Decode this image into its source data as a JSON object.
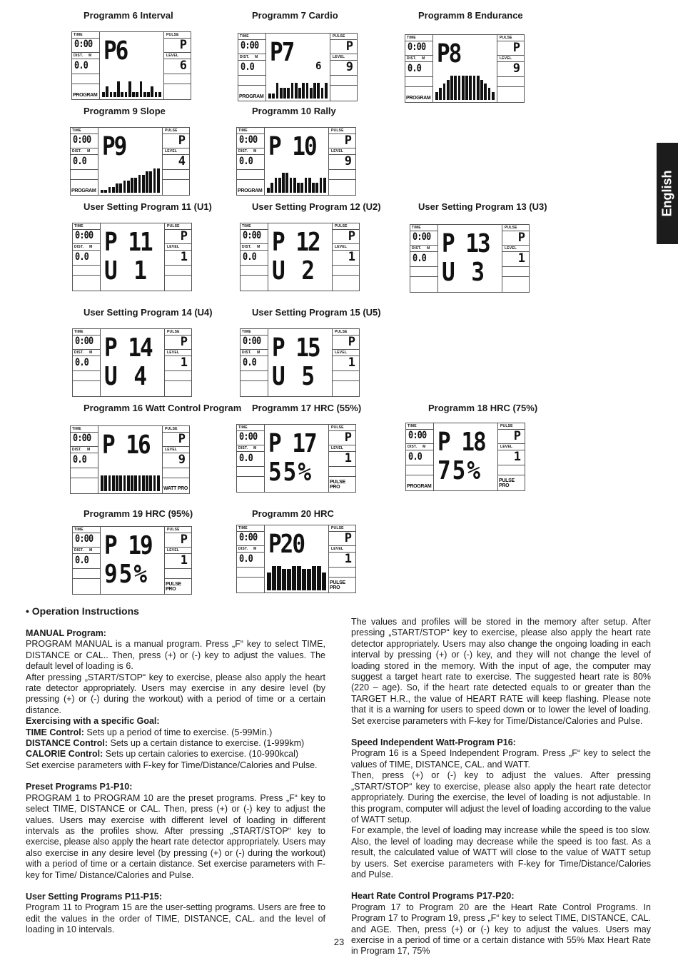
{
  "lcd_labels": {
    "time": "TIME",
    "dist": "DIST.",
    "km": "M",
    "pulse": "PULSE",
    "level": "LEVEL",
    "program": "PROGRAM",
    "watt": "WATT PRO",
    "pulse_pro": "PULSE PRO"
  },
  "programs": [
    {
      "title": "Programm 6 Interval",
      "big": "P6",
      "time": "0:00",
      "dist": "0.0",
      "pulse": "P",
      "level": "6",
      "label": "PROGRAM",
      "bars": [
        1,
        2,
        1,
        1,
        3,
        1,
        1,
        3,
        1,
        1,
        3,
        1,
        1,
        2,
        1,
        1
      ]
    },
    {
      "title": "Programm 7 Cardio",
      "big": "P7",
      "sub": "6",
      "time": "0:00",
      "dist": "0.0",
      "pulse": "P",
      "level": "9",
      "label": "PROGRAM",
      "bars": [
        1,
        1,
        3,
        2,
        2,
        2,
        3,
        3,
        2,
        3,
        3,
        2,
        3,
        3,
        2,
        3
      ]
    },
    {
      "title": "Programm 8 Endurance",
      "big": "P8",
      "time": "0:00",
      "dist": "0.0",
      "pulse": "P",
      "level": "9",
      "label": "PROGRAM",
      "bars": [
        2,
        3,
        4,
        5,
        6,
        6,
        6,
        6,
        6,
        6,
        6,
        6,
        5,
        4,
        3,
        2
      ]
    },
    {
      "title": "Programm 9 Slope",
      "big": "P9",
      "time": "0:00",
      "dist": "0.0",
      "pulse": "P",
      "level": "4",
      "label": "PROGRAM",
      "bars": [
        1,
        1,
        2,
        2,
        3,
        3,
        4,
        4,
        5,
        5,
        6,
        6,
        7,
        7,
        8,
        8
      ]
    },
    {
      "title": "Programm 10 Rally",
      "big": "P 10",
      "time": "0:00",
      "dist": "0.0",
      "pulse": "P",
      "level": "9",
      "label": "PROGRAM",
      "bars": [
        1,
        2,
        3,
        3,
        4,
        4,
        3,
        3,
        2,
        2,
        3,
        3,
        2,
        2,
        3,
        3
      ]
    },
    {
      "title": "User Setting Program 11 (U1)",
      "big": "P 11",
      "big2": "U 1",
      "time": "0:00",
      "dist": "0.0",
      "pulse": "P",
      "level": "1"
    },
    {
      "title": "User Setting Program 12 (U2)",
      "big": "P 12",
      "big2": "U 2",
      "time": "0:00",
      "dist": "0.0",
      "pulse": "P",
      "level": "1"
    },
    {
      "title": "User Setting Program 13 (U3)",
      "big": "P 13",
      "big2": "U 3",
      "time": "0:00",
      "dist": "0.0",
      "pulse": "P",
      "level": "1"
    },
    {
      "title": "User Setting Program 14 (U4)",
      "big": "P 14",
      "big2": "U 4",
      "time": "0:00",
      "dist": "0.0",
      "pulse": "P",
      "level": "1"
    },
    {
      "title": "User Setting Program 15 (U5)",
      "big": "P 15",
      "big2": "U 5",
      "time": "0:00",
      "dist": "0.0",
      "pulse": "P",
      "level": "1"
    },
    {
      "title": "Programm 16 Watt Control Program",
      "big": "P 16",
      "time": "0:00",
      "dist": "0.0",
      "pulse": "P",
      "level": "9",
      "rlabel": "WATT PRO",
      "bars": [
        3,
        3,
        3,
        3,
        3,
        3,
        3,
        3,
        3,
        3,
        3,
        3,
        3,
        3,
        3,
        3
      ]
    },
    {
      "title": "Programm 17 HRC (55%)",
      "big": "P 17",
      "big2": "55%",
      "time": "0:00",
      "dist": "0.0",
      "pulse": "P",
      "level": "1",
      "rlabel": "PULSE PRO"
    },
    {
      "title": "Programm 18 HRC (75%)",
      "big": "P 18",
      "big2": "75%",
      "time": "0:00",
      "dist": "0.0",
      "pulse": "P",
      "level": "1",
      "label": "PROGRAM",
      "rlabel": "PULSE PRO"
    },
    {
      "title": "Programm 19 HRC (95%)",
      "big": "P 19",
      "big2": "95%",
      "time": "0:00",
      "dist": "0.0",
      "pulse": "P",
      "level": "1",
      "rlabel": "PULSE PRO"
    },
    {
      "title": "Programm 20 HRC",
      "big": "P20",
      "time": "0:00",
      "dist": "0.0",
      "pulse": "P",
      "level": "1",
      "rlabel": "PULSE PRO",
      "bars": [
        6,
        8,
        8,
        7,
        7,
        8,
        8,
        7,
        7,
        8,
        8,
        6
      ]
    }
  ],
  "heading": "• Operation Instructions",
  "left": [
    {
      "h": "MANUAL Program:"
    },
    {
      "t": "PROGRAM MANUAL is a manual program. Press „F“ key to select TIME, DISTANCE or CAL.. Then, press (+) or (-) key to adjust the values. The default level of loading is 6."
    },
    {
      "t": "After pressing „START/STOP“ key to exercise, please also apply the heart rate detector appropriately. Users may exercise in any desire level (by pressing (+) or (-) during the workout) with a period of time or a certain distance."
    },
    {
      "h": "Exercising with a specific Goal:"
    },
    {
      "b": "TIME Control:",
      "t": " Sets up a period of time to exercise. (5-99Min.)"
    },
    {
      "b": "DISTANCE Control:",
      "t": " Sets up a certain distance to exercise. (1-999km)"
    },
    {
      "b": "CALORIE Control:",
      "t": " Sets up certain calories to exercise. (10-990kcal)"
    },
    {
      "t": "Set exercise parameters with F-key for Time/Distance/Calories and Pulse."
    },
    {
      "gap": 1
    },
    {
      "h": "Preset Programs P1-P10:"
    },
    {
      "t": "PROGRAM 1 to PROGRAM 10 are the preset programs. Press „F“ key to select TIME, DISTANCE or CAL. Then, press (+) or (-) key to adjust the values. Users may exercise with different level of loading in different intervals as the profiles show. After pressing „START/STOP“ key to exercise, please also apply the heart rate detector appropriately. Users may also exercise in any desire level (by pressing (+) or (-) during the workout) with a period of time or a certain distance. Set exercise parameters with F-key for Time/ Distance/Calories and Pulse."
    },
    {
      "gap": 1
    },
    {
      "h": "User Setting Programs P11-P15:"
    },
    {
      "t": "Program 11 to Program 15 are the user-setting programs. Users are free to edit the values in the order of TIME, DISTANCE, CAL. and the level of loading in 10 intervals."
    }
  ],
  "right": [
    {
      "t": "The values and profiles will be stored in the memory after setup. After pressing „START/STOP“ key to exercise, please also apply the heart rate detector appropriately. Users may also change the ongoing loading in each interval by pressing (+) or (-) key, and they will not change the level of loading stored in the memory. With the input of age, the computer may suggest a target heart rate to exercise. The suggested heart rate is 80% (220 – age). So, if the heart rate detected equals to or greater than the TARGET H.R., the value of HEART RATE will keep flashing. Please note that it is a warning for users to speed down or to lower the level of loading. Set exercise parameters with F-key for Time/Distance/Calories and Pulse."
    },
    {
      "gap": 1
    },
    {
      "h": "Speed Independent Watt-Program P16:"
    },
    {
      "t": "Program 16 is a Speed Independent Program. Press „F“ key to select the values of TIME, DISTANCE, CAL. and WATT."
    },
    {
      "t": "Then, press (+) or (-) key to adjust the values. After pressing „START/STOP“ key to exercise, please also apply the heart rate detector appropriately. During the exercise, the level of loading is not adjustable. In this program, computer will adjust the level of loading according to the value of WATT setup."
    },
    {
      "t": "For example, the level of loading may increase while the speed is too slow. Also, the level of loading may decrease while the speed is too fast. As a result, the calculated value of WATT will close to the value of WATT setup by users. Set exercise parameters with F-key for Time/Distance/Calories and Pulse."
    },
    {
      "gap": 1
    },
    {
      "h": "Heart Rate Control Programs P17-P20:"
    },
    {
      "t": "Program 17 to Program 20 are the Heart Rate Control Programs. In Program 17 to Program 19, press „F“ key to select TIME, DISTANCE, CAL. and AGE. Then, press (+) or (-) key to adjust the values. Users may exercise in a period of time or a certain distance with 55% Max Heart Rate in Program 17, 75%"
    }
  ],
  "tab": "English",
  "page_number": "23"
}
